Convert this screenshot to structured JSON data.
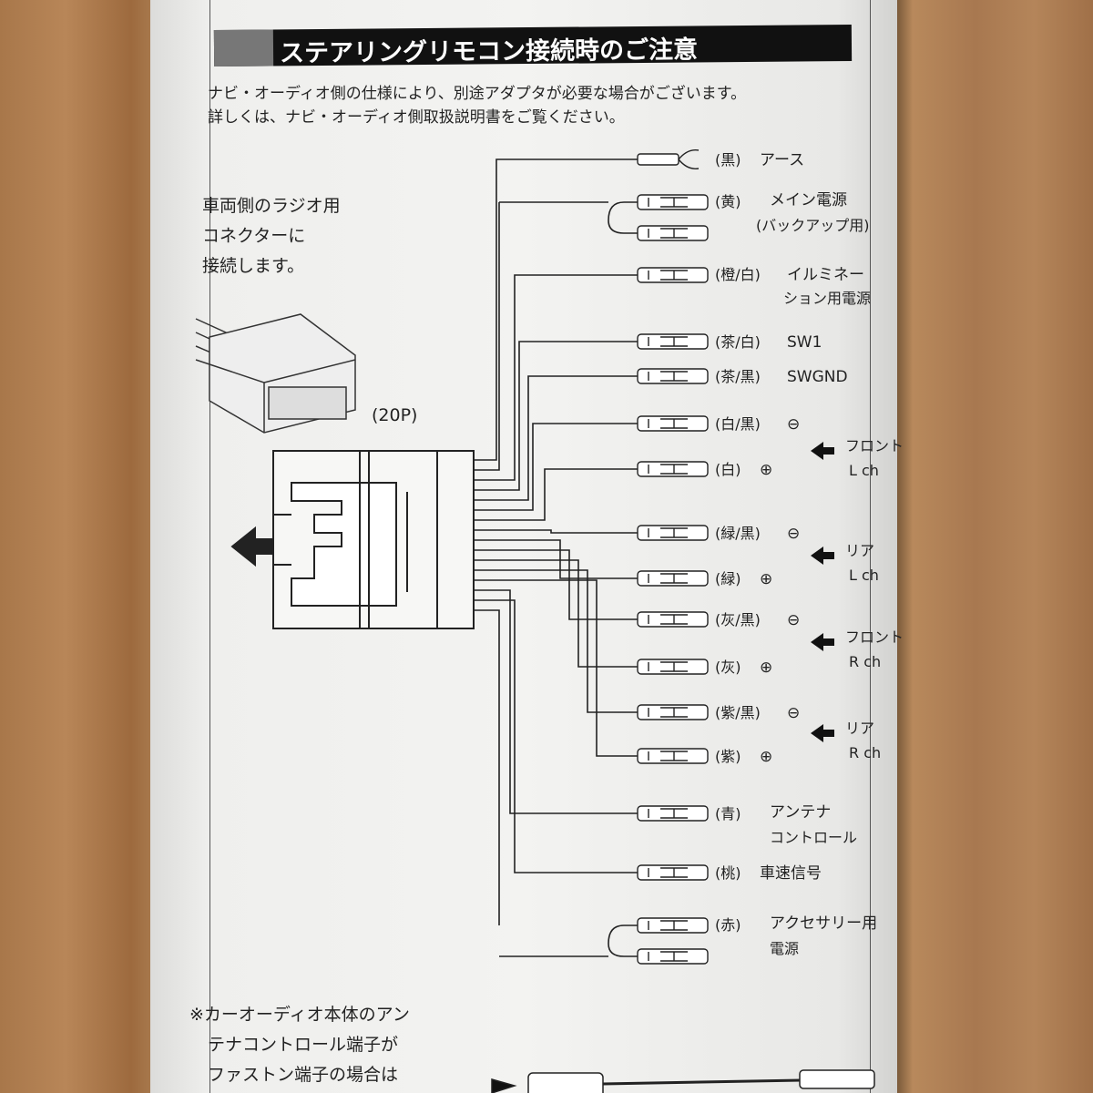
{
  "header": {
    "title": "ステアリングリモコン接続時のご注意"
  },
  "notes": [
    "ナビ・オーディオ側の仕様により、別途アダプタが必要な場合がございます。",
    "詳しくは、ナビ・オーディオ側取扱説明書をご覧ください。"
  ],
  "vehicle_note": [
    "車両側のラジオ用",
    "コネクターに",
    "接続します。"
  ],
  "connector_label": "(20P)",
  "wires": [
    {
      "color": "(黒)",
      "label": "アース"
    },
    {
      "color": "(黄)",
      "label": "メイン電源",
      "label2": "(バックアップ用)"
    },
    {
      "color": "(橙/白)",
      "label": "イルミネー",
      "label2": "ション用電源"
    },
    {
      "color": "(茶/白)",
      "label": "SW1"
    },
    {
      "color": "(茶/黒)",
      "label": "SWGND"
    },
    {
      "color": "(白/黒)",
      "label": "⊖"
    },
    {
      "color": "(白)",
      "label": "⊕"
    },
    {
      "color": "(緑/黒)",
      "label": "⊖"
    },
    {
      "color": "(緑)",
      "label": "⊕"
    },
    {
      "color": "(灰/黒)",
      "label": "⊖"
    },
    {
      "color": "(灰)",
      "label": "⊕"
    },
    {
      "color": "(紫/黒)",
      "label": "⊖"
    },
    {
      "color": "(紫)",
      "label": "⊕"
    },
    {
      "color": "(青)",
      "label": "アンテナ",
      "label2": "コントロール"
    },
    {
      "color": "(桃)",
      "label": "車速信号"
    },
    {
      "color": "(赤)",
      "label": "アクセサリー用",
      "label2": "電源"
    }
  ],
  "speakers": [
    {
      "name": "フロント",
      "ch": "L ch"
    },
    {
      "name": "リア",
      "ch": "L ch"
    },
    {
      "name": "フロント",
      "ch": "R ch"
    },
    {
      "name": "リア",
      "ch": "R ch"
    }
  ],
  "footnote": [
    "※カーオーディオ本体のアン",
    "テナコントロール端子が",
    "ファストン端子の場合は"
  ]
}
